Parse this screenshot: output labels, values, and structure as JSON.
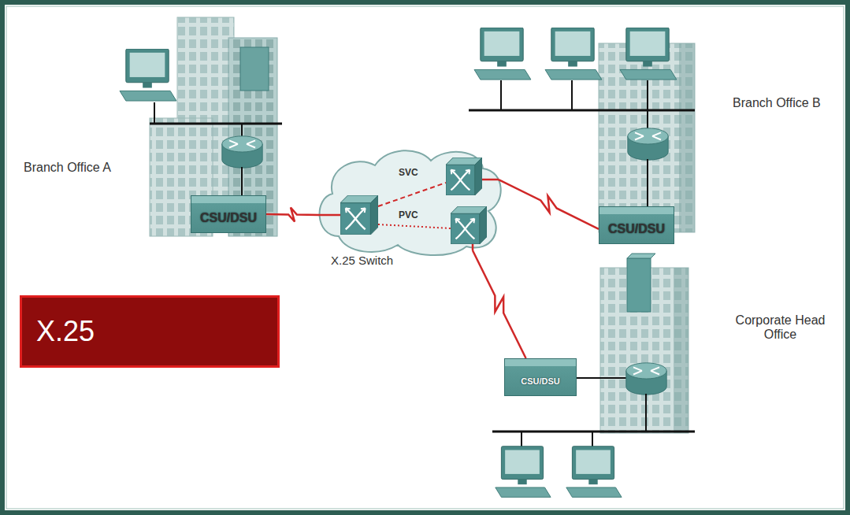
{
  "diagram": {
    "nodes": [
      {
        "text": [
          "Branch Office A"
        ]
      },
      {
        "text": [
          "CSU/DSU"
        ],
        "in": 0
      },
      {
        "text": [
          "Branch Office B"
        ]
      },
      {
        "text": [
          "CSU/DSU"
        ],
        "in": 2
      },
      {
        "text": [
          "X.25 Switch"
        ]
      },
      {
        "text": [
          "X.25"
        ]
      },
      {
        "text": [
          "Corporate Head Office"
        ]
      },
      {
        "text": [
          "CSU/DSU"
        ]
      }
    ],
    "edges": [
      {
        "from": 1,
        "to": 4,
        "arrow": "none"
      },
      {
        "from": 4,
        "to": 3,
        "arrow": "none"
      },
      {
        "from": 4,
        "to": 7,
        "arrow": "none"
      }
    ],
    "labels": [
      "SVC",
      "PVC"
    ]
  }
}
